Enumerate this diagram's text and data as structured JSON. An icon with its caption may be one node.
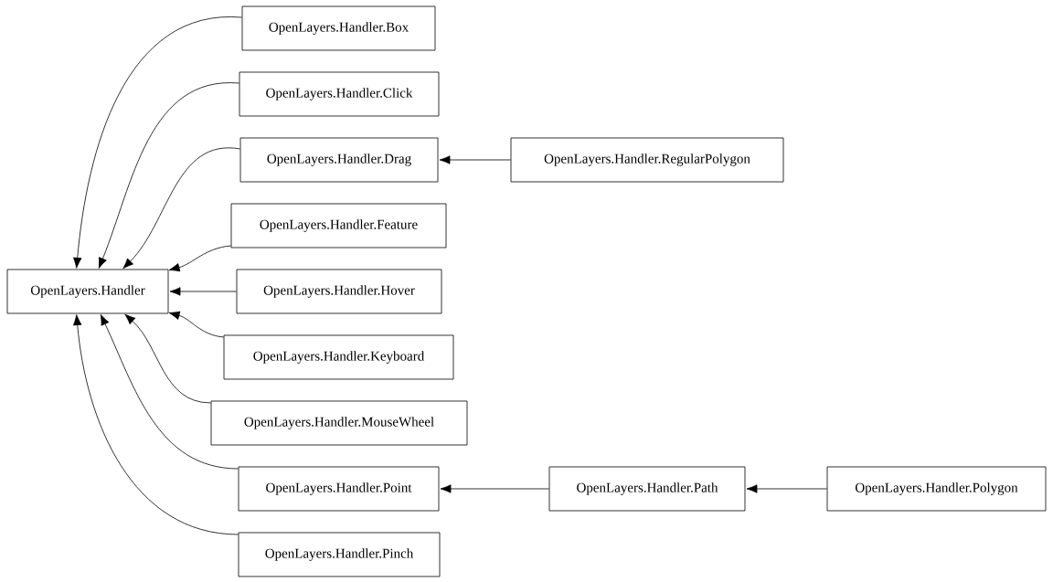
{
  "diagram": {
    "nodes": [
      {
        "text": [
          "OpenLayers.Handler"
        ]
      },
      {
        "text": [
          "OpenLayers.Handler.Box"
        ]
      },
      {
        "text": [
          "OpenLayers.Handler.Click"
        ]
      },
      {
        "text": [
          "OpenLayers.Handler.Drag"
        ]
      },
      {
        "text": [
          "OpenLayers.Handler.RegularPolygon"
        ]
      },
      {
        "text": [
          "OpenLayers.Handler.Feature"
        ]
      },
      {
        "text": [
          "OpenLayers.Handler.Hover"
        ]
      },
      {
        "text": [
          "OpenLayers.Handler.Keyboard"
        ]
      },
      {
        "text": [
          "OpenLayers.Handler.MouseWheel"
        ]
      },
      {
        "text": [
          "OpenLayers.Handler.Point"
        ]
      },
      {
        "text": [
          "OpenLayers.Handler.Path"
        ]
      },
      {
        "text": [
          "OpenLayers.Handler.Polygon"
        ]
      },
      {
        "text": [
          "OpenLayers.Handler.Pinch"
        ]
      }
    ],
    "edges": [
      {
        "from": 1,
        "to": 0,
        "arrow": "to"
      },
      {
        "from": 2,
        "to": 0,
        "arrow": "to"
      },
      {
        "from": 3,
        "to": 0,
        "arrow": "to"
      },
      {
        "from": 4,
        "to": 3,
        "arrow": "to"
      },
      {
        "from": 5,
        "to": 0,
        "arrow": "to"
      },
      {
        "from": 6,
        "to": 0,
        "arrow": "to"
      },
      {
        "from": 7,
        "to": 0,
        "arrow": "to"
      },
      {
        "from": 8,
        "to": 0,
        "arrow": "to"
      },
      {
        "from": 9,
        "to": 0,
        "arrow": "to"
      },
      {
        "from": 10,
        "to": 9,
        "arrow": "to"
      },
      {
        "from": 11,
        "to": 10,
        "arrow": "to"
      },
      {
        "from": 12,
        "to": 0,
        "arrow": "to"
      }
    ]
  }
}
